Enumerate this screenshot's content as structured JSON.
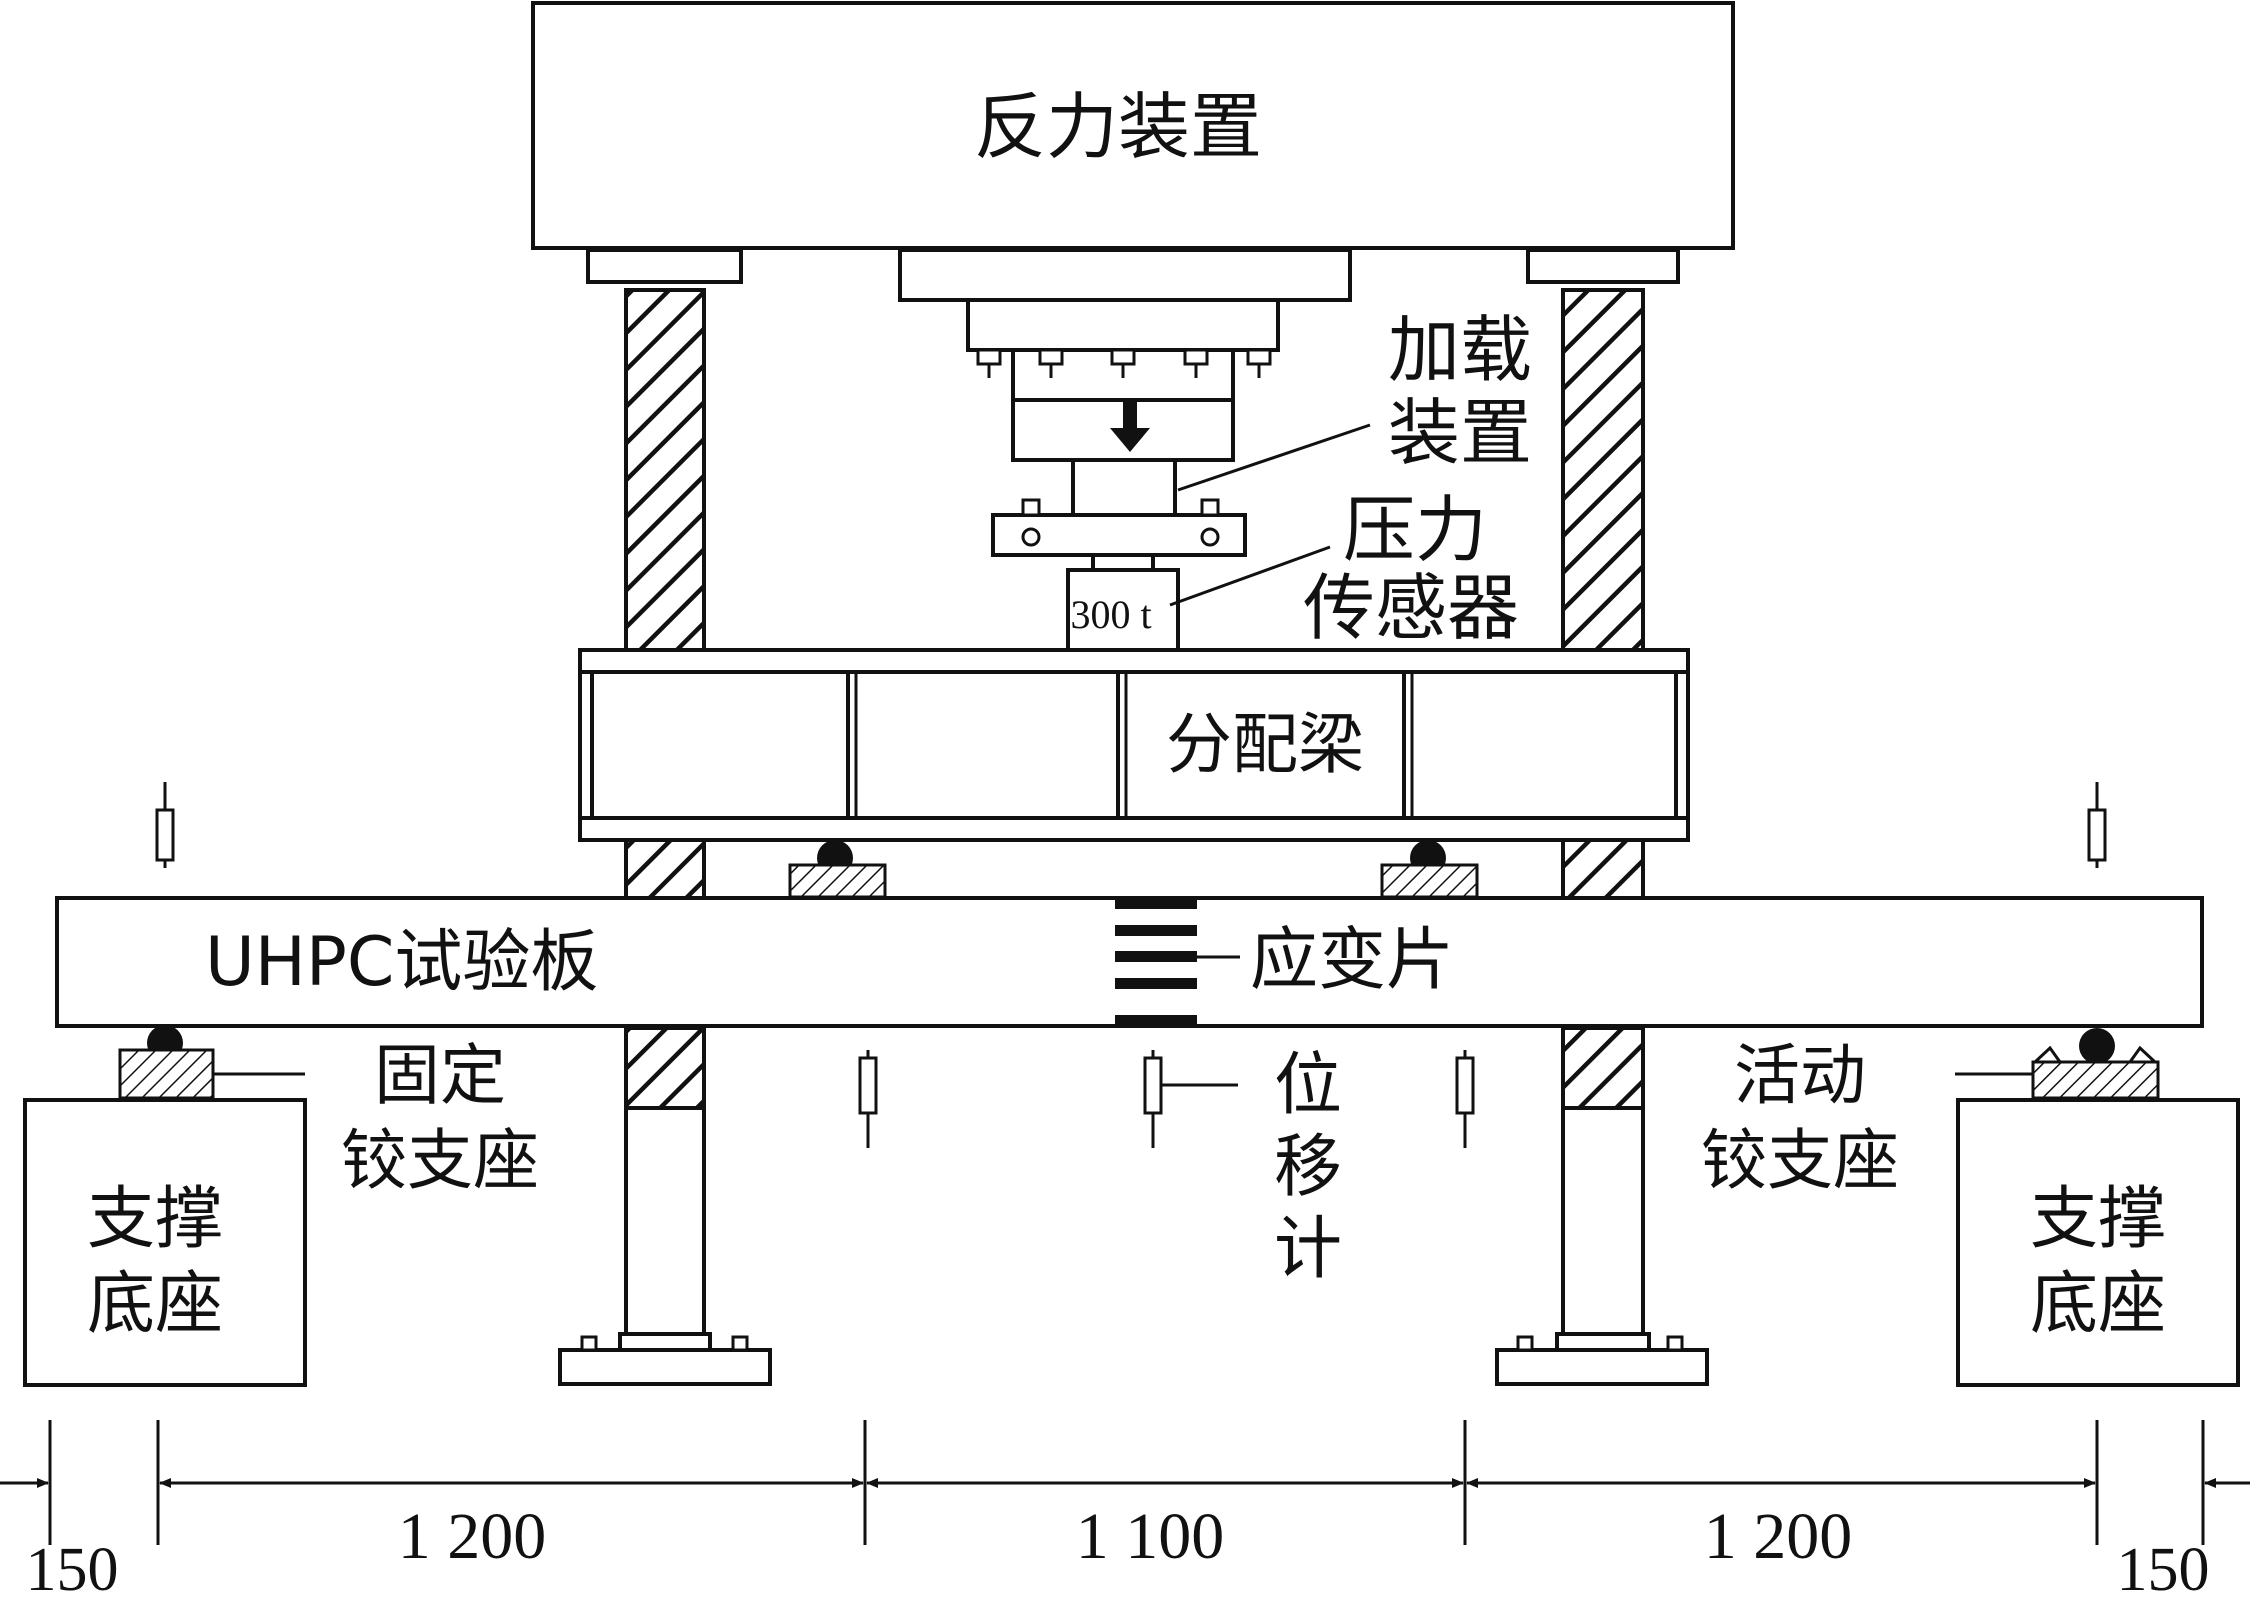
{
  "labels": {
    "reaction_frame": "反力装置",
    "loading_device": [
      "加载",
      "装置"
    ],
    "pressure_sensor": [
      "压力",
      "传感器"
    ],
    "sensor_capacity": "300 t",
    "distribution_beam": "分配梁",
    "test_slab": "UHPC试验板",
    "strain_gauge": "应变片",
    "fixed_hinge": [
      "固定",
      "铰支座"
    ],
    "sliding_hinge": [
      "活动",
      "铰支座"
    ],
    "displacement_meter": [
      "位",
      "移",
      "计"
    ],
    "support_base_left": [
      "支撑",
      "底座"
    ],
    "support_base_right": [
      "支撑",
      "底座"
    ]
  },
  "dimensions": [
    "150",
    "1 200",
    "1 100",
    "1 200",
    "150"
  ]
}
